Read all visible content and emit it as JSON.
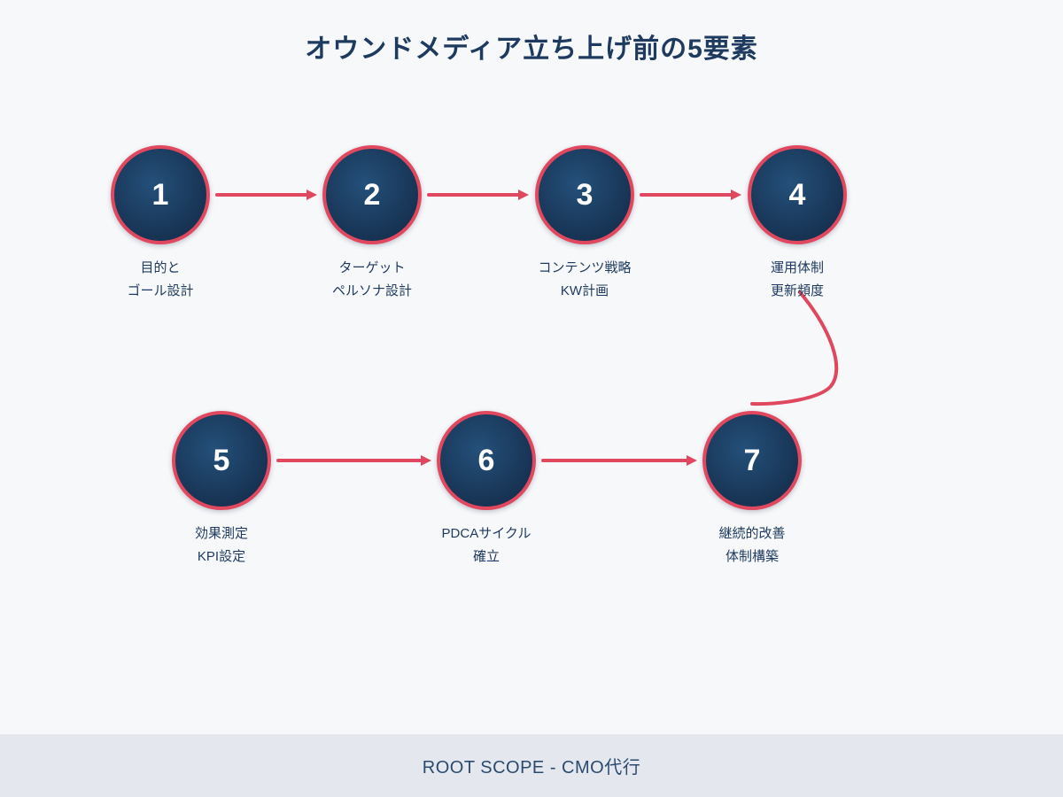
{
  "title": "オウンドメディア立ち上げ前の5要素",
  "footer": {
    "text": "ROOT SCOPE - CMO代行"
  },
  "colors": {
    "background": "#f7f8fa",
    "accent": "#e0485f",
    "navy": "#1e3a5f",
    "circle_light": "#24507a",
    "circle_dark": "#16304f",
    "footer_bg": "#e4e8ee",
    "number": "#ffffff"
  },
  "steps": [
    {
      "number": "1",
      "label": "目的と\nゴール設計"
    },
    {
      "number": "2",
      "label": "ターゲット\nペルソナ設計"
    },
    {
      "number": "3",
      "label": "コンテンツ戦略\nKW計画"
    },
    {
      "number": "4",
      "label": "運用体制\n更新頻度"
    },
    {
      "number": "5",
      "label": "効果測定\nKPI設定"
    },
    {
      "number": "6",
      "label": "PDCAサイクル\n確立"
    },
    {
      "number": "7",
      "label": "継続的改善\n体制構築"
    }
  ]
}
